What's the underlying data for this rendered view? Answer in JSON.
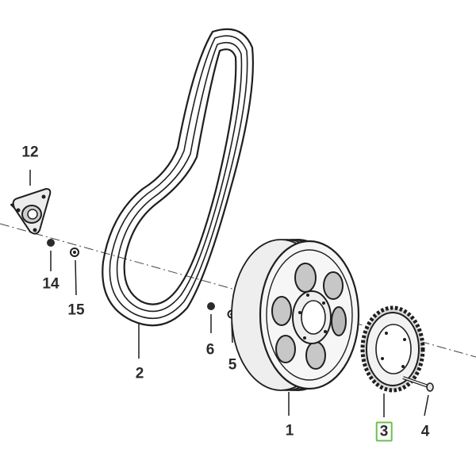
{
  "diagram": {
    "callouts": [
      {
        "id": "part-12",
        "label": "12",
        "highlighted": false
      },
      {
        "id": "part-14",
        "label": "14",
        "highlighted": false
      },
      {
        "id": "part-15",
        "label": "15",
        "highlighted": false
      },
      {
        "id": "part-2",
        "label": "2",
        "highlighted": false
      },
      {
        "id": "part-6",
        "label": "6",
        "highlighted": false
      },
      {
        "id": "part-5",
        "label": "5",
        "highlighted": false
      },
      {
        "id": "part-1",
        "label": "1",
        "highlighted": false
      },
      {
        "id": "part-3",
        "label": "3",
        "highlighted": true
      },
      {
        "id": "part-4",
        "label": "4",
        "highlighted": false
      }
    ],
    "colors": {
      "line": "#1f1f1f",
      "fill_light": "#f2f2f2",
      "fill_mid": "#d6d6d6",
      "fill_dark": "#9a9a9a",
      "highlight": "#6cc04a"
    }
  }
}
